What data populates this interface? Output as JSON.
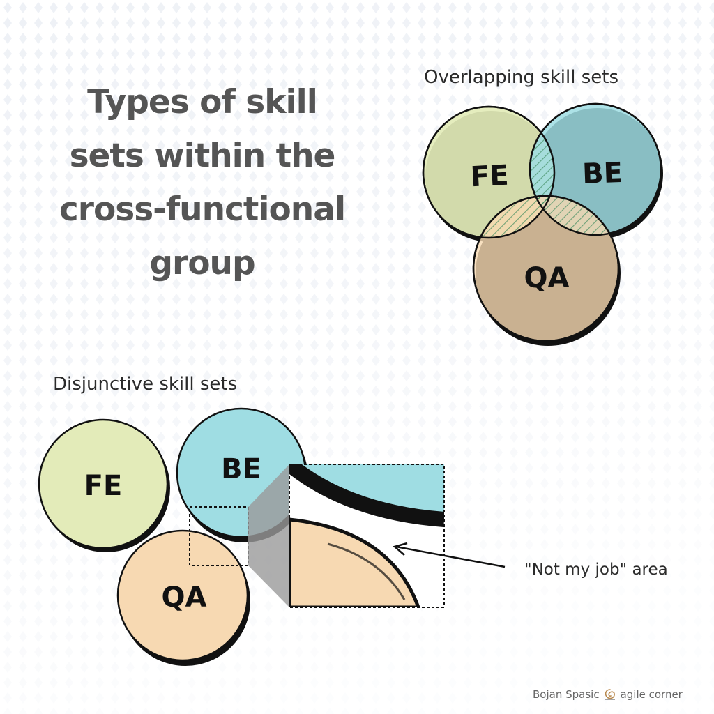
{
  "title_lines": [
    "Types of skill",
    "sets within the",
    "cross-functional",
    "group"
  ],
  "overlapping": {
    "title": "Overlapping skill sets",
    "circles": [
      {
        "label": "FE",
        "color": "#e3ebb9"
      },
      {
        "label": "BE",
        "color": "#9fdde3"
      },
      {
        "label": "QA",
        "color": "#f7d9b2"
      }
    ]
  },
  "disjunctive": {
    "title": "Disjunctive skill sets",
    "circles": [
      {
        "label": "FE",
        "color": "#e3ebb9"
      },
      {
        "label": "BE",
        "color": "#9fdde3"
      },
      {
        "label": "QA",
        "color": "#f7d9b2"
      }
    ],
    "callout": "\"Not my job\" area"
  },
  "credit": {
    "author": "Bojan Spasic",
    "brand": "agile corner",
    "logo_icon": "agile-corner-logo-icon"
  },
  "colors": {
    "overlap_hatch": "#3d8a5e",
    "zoom_shadow": "#9a9a9a",
    "outline": "#111111"
  }
}
